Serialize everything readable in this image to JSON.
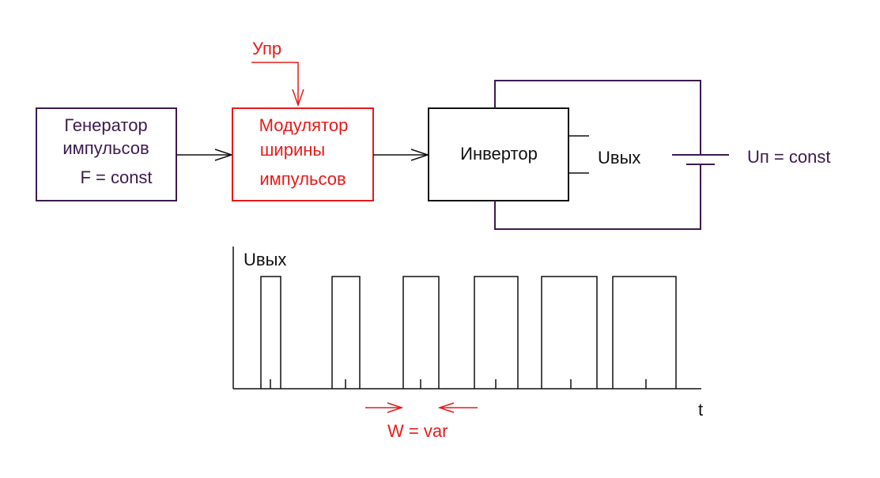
{
  "colors": {
    "dark": "#3d1a4f",
    "red": "#e81a1a",
    "black": "#111111"
  },
  "generator": {
    "line1": "Генератор",
    "line2": "импульсов",
    "line3": "F = const"
  },
  "modulator": {
    "line1": "Модулятор",
    "line2": "ширины",
    "line3": "импульсов",
    "control_label": "Упр"
  },
  "inverter": {
    "label": "Инвертор",
    "output_label": "Uвых"
  },
  "supply": {
    "label": "Uп = const"
  },
  "waveform": {
    "ylabel": "Uвых",
    "xlabel": "t",
    "width_label": "W = var",
    "pulses": [
      {
        "start": 0.35,
        "end": 0.6
      },
      {
        "start": 1.25,
        "end": 1.6
      },
      {
        "start": 2.15,
        "end": 2.6
      },
      {
        "start": 3.05,
        "end": 3.6
      },
      {
        "start": 3.9,
        "end": 4.6
      },
      {
        "start": 4.8,
        "end": 5.6
      }
    ],
    "period_marks": [
      0.47,
      1.42,
      2.37,
      3.32,
      4.27,
      5.22
    ]
  }
}
